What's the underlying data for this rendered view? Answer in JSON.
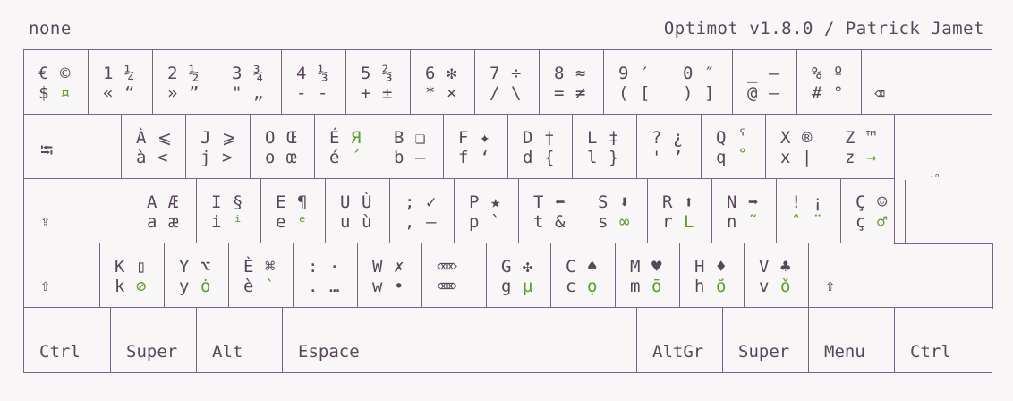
{
  "header": {
    "left": "none",
    "right": "Optimot v1.8.0 / Patrick Jamet"
  },
  "colors": {
    "border": "#7d6189",
    "text": "#57475c",
    "green": "#5d9c2e",
    "background": "#f8f6f7"
  },
  "rows": [
    [
      {
        "tl": "€",
        "tr": "©",
        "bl": "$",
        "br": "¤",
        "brg": true
      },
      {
        "tl": "1",
        "tr": "¼",
        "bl": "«",
        "br": "“"
      },
      {
        "tl": "2",
        "tr": "½",
        "bl": "»",
        "br": "”"
      },
      {
        "tl": "3",
        "tr": "¾",
        "bl": "\"",
        "br": "„"
      },
      {
        "tl": "4",
        "tr": "⅓",
        "bl": "-",
        "br": "-"
      },
      {
        "tl": "5",
        "tr": "⅔",
        "bl": "+",
        "br": "±"
      },
      {
        "tl": "6",
        "tr": "✻",
        "bl": "*",
        "br": "×"
      },
      {
        "tl": "7",
        "tr": "÷",
        "bl": "/",
        "br": "\\"
      },
      {
        "tl": "8",
        "tr": "≈",
        "bl": "=",
        "br": "≠"
      },
      {
        "tl": "9",
        "tr": "′",
        "bl": "(",
        "br": "["
      },
      {
        "tl": "0",
        "tr": "″",
        "bl": ")",
        "br": "]"
      },
      {
        "tl": "_",
        "tr": "–",
        "bl": "@",
        "br": "—"
      },
      {
        "tl": "%",
        "tr": "º",
        "bl": "#",
        "br": "°"
      },
      {
        "single": "⌫"
      }
    ],
    [
      {
        "single": "⭾"
      },
      {
        "tl": "À",
        "tr": "⩽",
        "bl": "à",
        "br": "<"
      },
      {
        "tl": "J",
        "tr": "⩾",
        "bl": "j",
        "br": ">"
      },
      {
        "tl": "O",
        "tr": "Œ",
        "bl": "o",
        "br": "œ"
      },
      {
        "tl": "É",
        "tr": "Я",
        "trg": true,
        "bl": "é",
        "br": "´",
        "brg": true
      },
      {
        "tl": "B",
        "tr": "❏",
        "bl": "b",
        "br": "—"
      },
      {
        "tl": "F",
        "tr": "✦",
        "bl": "f",
        "br": "‘"
      },
      {
        "tl": "D",
        "tr": "†",
        "bl": "d",
        "br": "{"
      },
      {
        "tl": "L",
        "tr": "‡",
        "bl": "l",
        "br": "}"
      },
      {
        "tl": "?",
        "tr": "¿",
        "bl": "'",
        "br": "’"
      },
      {
        "tl": "Q",
        "tr": "ˁ",
        "bl": "q",
        "br": "˚",
        "brg": true
      },
      {
        "tl": "X",
        "tr": "®",
        "bl": "x",
        "br": "|"
      },
      {
        "tl": "Z",
        "tr": "™",
        "bl": "z",
        "br": "→",
        "brg": true
      }
    ],
    [
      {
        "single": "⇪"
      },
      {
        "tl": "A",
        "tr": "Æ",
        "bl": "a",
        "br": "æ"
      },
      {
        "tl": "I",
        "tr": "§",
        "bl": "i",
        "br": "ⁱ",
        "brg": true
      },
      {
        "tl": "E",
        "tr": "¶",
        "bl": "e",
        "br": "ᵉ",
        "brg": true
      },
      {
        "tl": "U",
        "tr": "Ù",
        "bl": "u",
        "br": "ù"
      },
      {
        "tl": ";",
        "tr": "✓",
        "bl": ",",
        "br": "–"
      },
      {
        "tl": "P",
        "tr": "★",
        "bl": "p",
        "br": "`"
      },
      {
        "tl": "T",
        "tr": "⬅",
        "bl": "t",
        "br": "&"
      },
      {
        "tl": "S",
        "tr": "⬇",
        "bl": "s",
        "br": "∞",
        "brg": true
      },
      {
        "tl": "R",
        "tr": "⬆",
        "bl": "r",
        "br": "L",
        "brg": true
      },
      {
        "tl": "N",
        "tr": "➡",
        "bl": "n",
        "br": "˜",
        "brg": true
      },
      {
        "tl": "!",
        "tr": "¡",
        "bl": "ˆ",
        "blg": true,
        "br": "¨",
        "brg": true
      },
      {
        "tl": "Ç",
        "tr": "☺",
        "bl": "ç",
        "br": "♂",
        "brg": true
      }
    ],
    [
      {
        "single": "⇧"
      },
      {
        "tl": "K",
        "tr": "▯",
        "bl": "k",
        "br": "⊘",
        "brg": true
      },
      {
        "tl": "Y",
        "tr": "⌥",
        "bl": "y",
        "br": "ȯ",
        "brg": true
      },
      {
        "tl": "È",
        "tr": "⌘",
        "bl": "è",
        "br": "`",
        "brg": true
      },
      {
        "tl": ":",
        "tr": "·",
        "bl": ".",
        "br": "…"
      },
      {
        "tl": "W",
        "tr": "✗",
        "bl": "w",
        "br": "•"
      },
      {
        "tl": "⌫⌦",
        "bl": "⌫⌦"
      },
      {
        "tl": "G",
        "tr": "✣",
        "bl": "g",
        "br": "µ",
        "brg": true
      },
      {
        "tl": "C",
        "tr": "♠",
        "bl": "c",
        "br": "ọ",
        "brg": true
      },
      {
        "tl": "M",
        "tr": "♥",
        "bl": "m",
        "br": "ō",
        "brg": true
      },
      {
        "tl": "H",
        "tr": "♦",
        "bl": "h",
        "br": "ŏ",
        "brg": true
      },
      {
        "tl": "V",
        "tr": "♣",
        "bl": "v",
        "br": "ǒ",
        "brg": true
      },
      {
        "single": "⇧"
      }
    ],
    [
      {
        "label": "Ctrl"
      },
      {
        "label": "Super"
      },
      {
        "label": "Alt"
      },
      {
        "label": "Espace"
      },
      {
        "label": "AltGr"
      },
      {
        "label": "Super"
      },
      {
        "label": "Menu"
      },
      {
        "label": "Ctrl"
      }
    ]
  ],
  "enter_label": "⏎"
}
